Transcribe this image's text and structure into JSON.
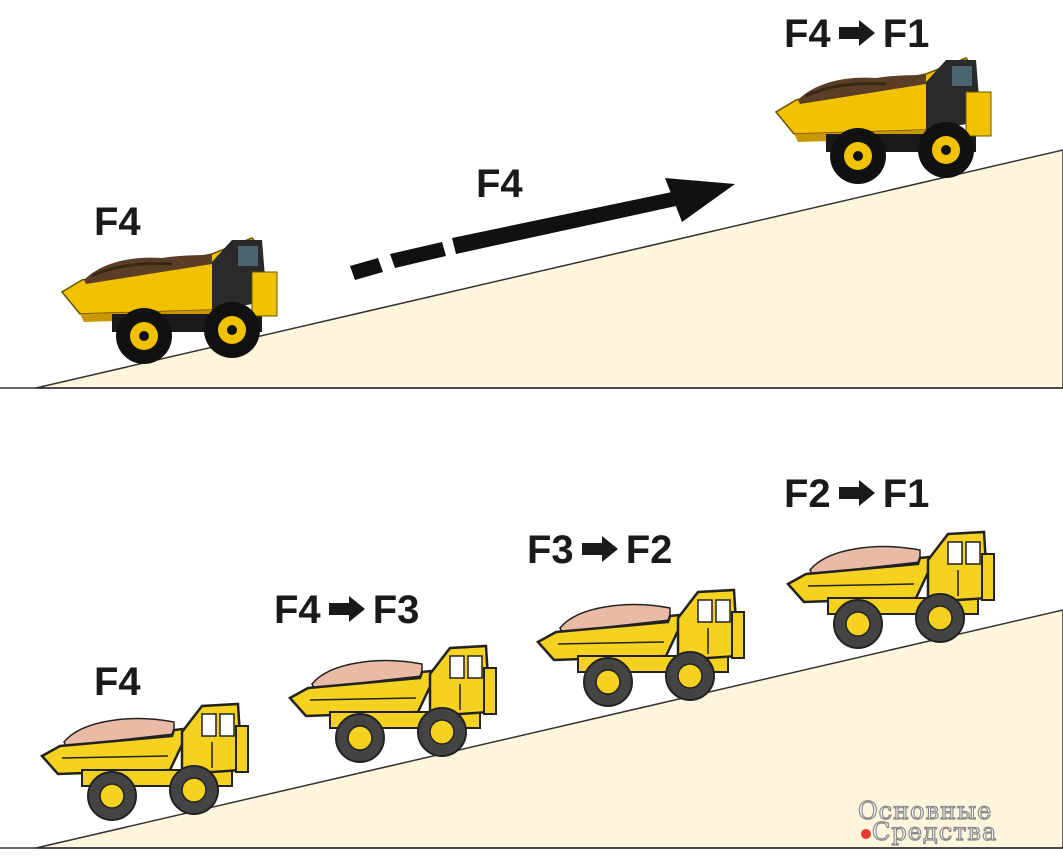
{
  "top_panel": {
    "start_label": "F4",
    "arrow_label": "F4",
    "end_label_from": "F4",
    "end_label_to": "F1"
  },
  "bottom_panel": {
    "labels": [
      {
        "text": "F4"
      },
      {
        "from": "F4",
        "to": "F3"
      },
      {
        "from": "F3",
        "to": "F2"
      },
      {
        "from": "F2",
        "to": "F1"
      }
    ]
  },
  "logo": {
    "line1": "Основные",
    "line2": "Средства"
  },
  "colors": {
    "ground": "#fdf5dc",
    "truck_yellow": "#f4d21f",
    "truck_real_yellow": "#f2c200",
    "load_top": "#5a3e26",
    "load_bottom": "#e9bba6",
    "outline": "#222222",
    "arrow": "#111111",
    "logo_dot": "#e53935"
  },
  "icons": {
    "gear_shift_arrow": "right-arrow-icon",
    "truck": "dump-truck-icon"
  }
}
